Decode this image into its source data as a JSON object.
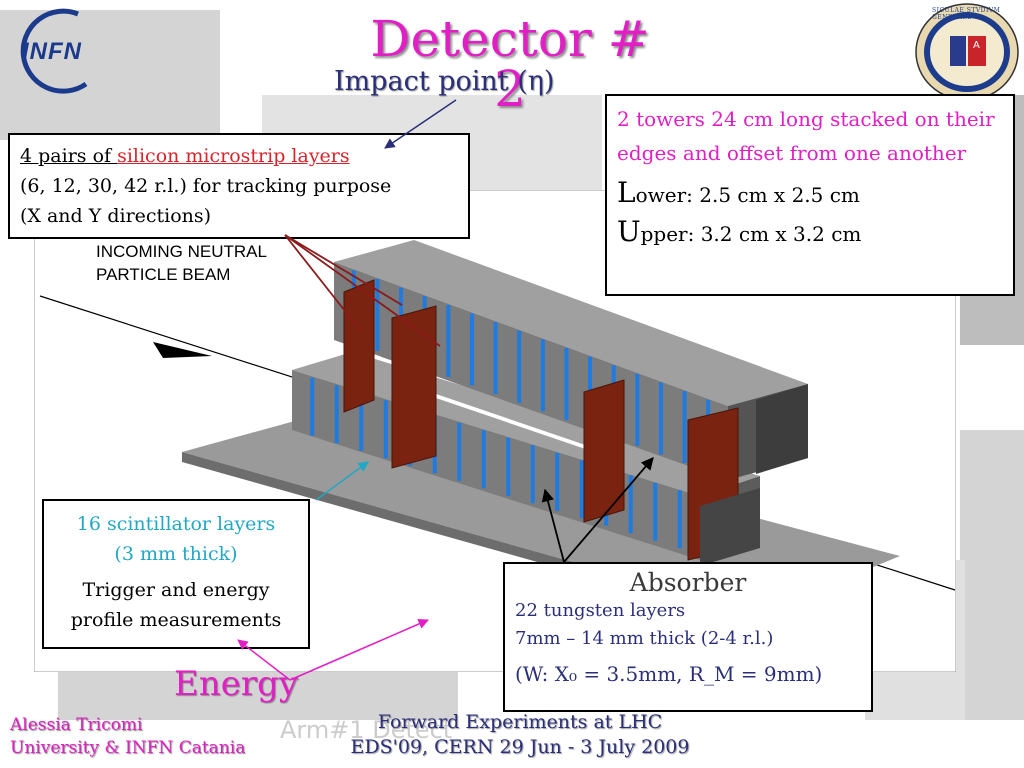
{
  "slide": {
    "title": "Detector # 2",
    "impact_label": "Impact point (η)",
    "beam_label_line1": "INCOMING NEUTRAL",
    "beam_label_line2": "PARTICLE BEAM",
    "watermark": "Arm#1 Detect"
  },
  "logos": {
    "left_text": "INFN",
    "seal_text": "SICULAE STVDIVM GENERALE"
  },
  "silicon_box": {
    "line1_prefix": "4 pairs of ",
    "line1_highlight": "silicon microstrip layers",
    "line2": "(6, 12, 30, 42 r.l.) for tracking purpose",
    "line3": "(X and Y directions)"
  },
  "towers_box": {
    "text": "2 towers 24 cm long stacked on their edges and offset from one another",
    "lower_cap": "L",
    "lower_rest": "ower: 2.5 cm x 2.5 cm",
    "upper_cap": "U",
    "upper_rest": "pper: 3.2 cm x 3.2 cm"
  },
  "scint_box": {
    "line1": "16 scintillator layers",
    "line2": "(3 mm thick)",
    "line3": "Trigger and energy",
    "line4": "profile measurements"
  },
  "absorber_box": {
    "title": "Absorber",
    "line1": "22 tungsten layers",
    "line2": "7mm – 14 mm thick (2-4 r.l.)",
    "line3": "(W: X₀ = 3.5mm,  R_M = 9mm)"
  },
  "energy_label": "Energy",
  "footer": {
    "author": "Alessia Tricomi",
    "affiliation": "University & INFN Catania",
    "event_line1": "Forward Experiments at LHC",
    "event_line2": "EDS'09, CERN 29 Jun - 3 July 2009"
  },
  "colors": {
    "title": "#e21fc5",
    "navy": "#2b2f7a",
    "teal": "#22a7c4",
    "red": "#d8232a",
    "scintillator": "#1f7be0",
    "silicon": "#7a2310",
    "absorber": "#7e7e7e"
  }
}
